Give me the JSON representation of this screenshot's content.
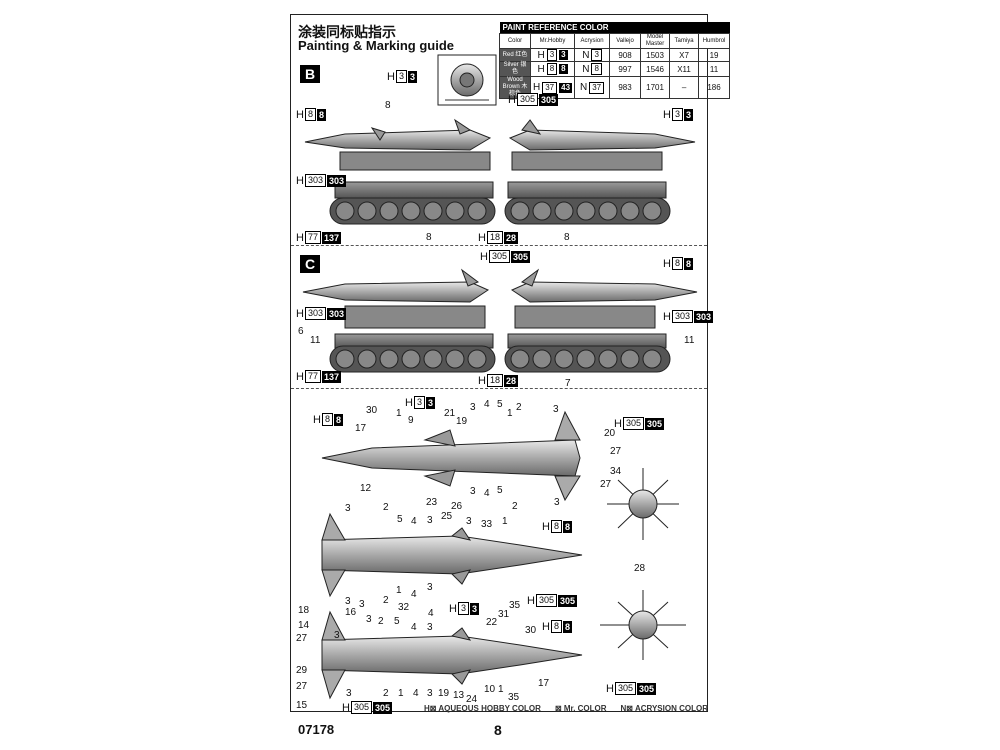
{
  "header": {
    "title_cn": "涂装同标贴指示",
    "title_en": "Painting & Marking guide"
  },
  "sections": {
    "b": "B",
    "c": "C"
  },
  "paint_table": {
    "caption": "PAINT REFERENCE COLOR",
    "headers": [
      "Color",
      "Mr.Hobby",
      "Acrysion",
      "Vallejo",
      "Model Master",
      "Tamiya",
      "Humbrol"
    ],
    "rows": [
      {
        "color": "Red 红色",
        "h_w": "3",
        "h_b": "3",
        "n": "3",
        "vallejo": "908",
        "model_master": "1503",
        "tamiya": "X7",
        "humbrol": "19"
      },
      {
        "color": "Silver 银色",
        "h_w": "8",
        "h_b": "8",
        "n": "8",
        "vallejo": "997",
        "model_master": "1546",
        "tamiya": "X11",
        "humbrol": "11"
      },
      {
        "color": "Wood Brown 木棕色",
        "h_w": "37",
        "h_b": "43",
        "n": "37",
        "vallejo": "983",
        "model_master": "1701",
        "tamiya": "–",
        "humbrol": "186"
      }
    ]
  },
  "legend": {
    "aqueous": "H⊠ AQUEOUS HOBBY COLOR",
    "mr": "⊠ Mr. COLOR",
    "acrysion": "N⊠ ACRYSION COLOR"
  },
  "footer": {
    "code": "07178",
    "page": "8"
  },
  "tags": {
    "t1": {
      "w": "3",
      "b": "3"
    },
    "t2": {
      "w": "8",
      "b": "8"
    },
    "t3": {
      "w": "305",
      "b": "305"
    },
    "t4": {
      "w": "3",
      "b": "3"
    },
    "t5": {
      "w": "303",
      "b": "303"
    },
    "t6": {
      "w": "77",
      "b": "137"
    },
    "t7": {
      "w": "18",
      "b": "28"
    },
    "t8": {
      "w": "305",
      "b": "305"
    },
    "t9": {
      "w": "8",
      "b": "8"
    },
    "t10": {
      "w": "303",
      "b": "303"
    },
    "t11": {
      "w": "303",
      "b": "303"
    },
    "t12": {
      "w": "77",
      "b": "137"
    },
    "t13": {
      "w": "18",
      "b": "28"
    },
    "t14": {
      "w": "3",
      "b": "3"
    },
    "t15": {
      "w": "8",
      "b": "8"
    },
    "t16": {
      "w": "305",
      "b": "305"
    },
    "t17": {
      "w": "8",
      "b": "8"
    },
    "t18": {
      "w": "305",
      "b": "305"
    },
    "t19": {
      "w": "3",
      "b": "3"
    },
    "t20": {
      "w": "8",
      "b": "8"
    },
    "t21": {
      "w": "305",
      "b": "305"
    },
    "t22": {
      "w": "305",
      "b": "305"
    }
  },
  "numbers": {
    "n1": "8",
    "n2": "8",
    "n3": "8",
    "n4": "6",
    "n5": "11",
    "n6": "11",
    "n7": "7",
    "m1": "30",
    "m2": "1",
    "m3": "9",
    "m4": "21",
    "m5": "19",
    "m6": "3",
    "m7": "4",
    "m8": "5",
    "m9": "1",
    "m10": "2",
    "m11": "3",
    "m12": "20",
    "m13": "17",
    "m14": "27",
    "m15": "34",
    "m16": "27",
    "m17": "12",
    "m18": "23",
    "m19": "3",
    "m20": "4",
    "m21": "5",
    "m22": "2",
    "m23": "3",
    "r1": "3",
    "r2": "2",
    "r3": "5",
    "r4": "4",
    "r5": "3",
    "r6": "26",
    "r7": "25",
    "r8": "3",
    "r9": "33",
    "r10": "1",
    "r11": "3",
    "r12": "2",
    "r13": "1",
    "r14": "4",
    "r15": "3",
    "r16": "32",
    "r17": "4",
    "r18": "3",
    "r19": "28",
    "s1": "18",
    "s2": "14",
    "s3": "27",
    "s4": "16",
    "s5": "3",
    "s6": "3",
    "s7": "2",
    "s8": "5",
    "s9": "4",
    "s10": "3",
    "s11": "35",
    "s12": "22",
    "s13": "31",
    "s14": "30",
    "s15": "29",
    "s16": "27",
    "s17": "3",
    "s18": "15",
    "s19": "2",
    "s20": "1",
    "s21": "4",
    "s22": "3",
    "s23": "19",
    "s24": "13",
    "s25": "24",
    "s26": "10",
    "s27": "1",
    "s28": "35",
    "s29": "17"
  }
}
